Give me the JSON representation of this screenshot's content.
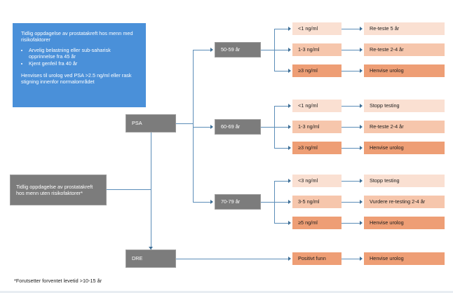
{
  "info_panel": {
    "heading": "Tidlig oppdagelse av prostatakreft hos menn med risikofaktorer",
    "bullets": [
      "Arvelig belastning eller sub-saharisk opprinnelse  fra 45 år",
      "Kjent genfeil fra 40 år"
    ],
    "footer": "Henvises til urolog ved PSA >2.5 ng/ml eller rask stigning innenfor normalområdet",
    "color": "#4A90D9"
  },
  "no_risk_box": {
    "label": "Tidlig oppdagelse av prostatakreft hos menn uten risikofaktorer*",
    "color": "#7C7C7C"
  },
  "tests": {
    "psa": "PSA",
    "dre": "DRE"
  },
  "age_groups": [
    {
      "label": "50-59 år"
    },
    {
      "label": "60-69 år"
    },
    {
      "label": "70-79 år"
    }
  ],
  "branches": [
    {
      "age": "50-59 år",
      "rows": [
        {
          "level": "<1 ng/ml",
          "action": "Re-teste 5 år",
          "tone": "light"
        },
        {
          "level": "1-3 ng/ml",
          "action": "Re-teste 2-4 år",
          "tone": "medium"
        },
        {
          "level": "≥3 ng/ml",
          "action": "Henvise urolog",
          "tone": "dark"
        }
      ]
    },
    {
      "age": "60-69 år",
      "rows": [
        {
          "level": "<1 ng/ml",
          "action": "Stopp testing",
          "tone": "light"
        },
        {
          "level": "1-3 ng/ml",
          "action": "Re-teste 2-4 år",
          "tone": "medium"
        },
        {
          "level": "≥3 ng/ml",
          "action": "Henvise urolog",
          "tone": "dark"
        }
      ]
    },
    {
      "age": "70-79 år",
      "rows": [
        {
          "level": "<3 ng/ml",
          "action": "Stopp testing",
          "tone": "light"
        },
        {
          "level": "3-5 ng/ml",
          "action": "Vurdere re-testing 2-4 år",
          "tone": "medium"
        },
        {
          "level": "≥5 ng/ml",
          "action": "Henvise urolog",
          "tone": "dark"
        }
      ]
    }
  ],
  "dre_row": {
    "finding": "Positivt funn",
    "action": "Henvise urolog",
    "tone": "dark"
  },
  "footnote": "*Forutsetter forventet levetid >10-15 år",
  "palette": {
    "light": "#FAE0D2",
    "medium": "#F6C6AC",
    "dark": "#EE9E75",
    "connector": "#5B8DB8",
    "gray": "#7C7C7C",
    "blue": "#4A90D9"
  }
}
